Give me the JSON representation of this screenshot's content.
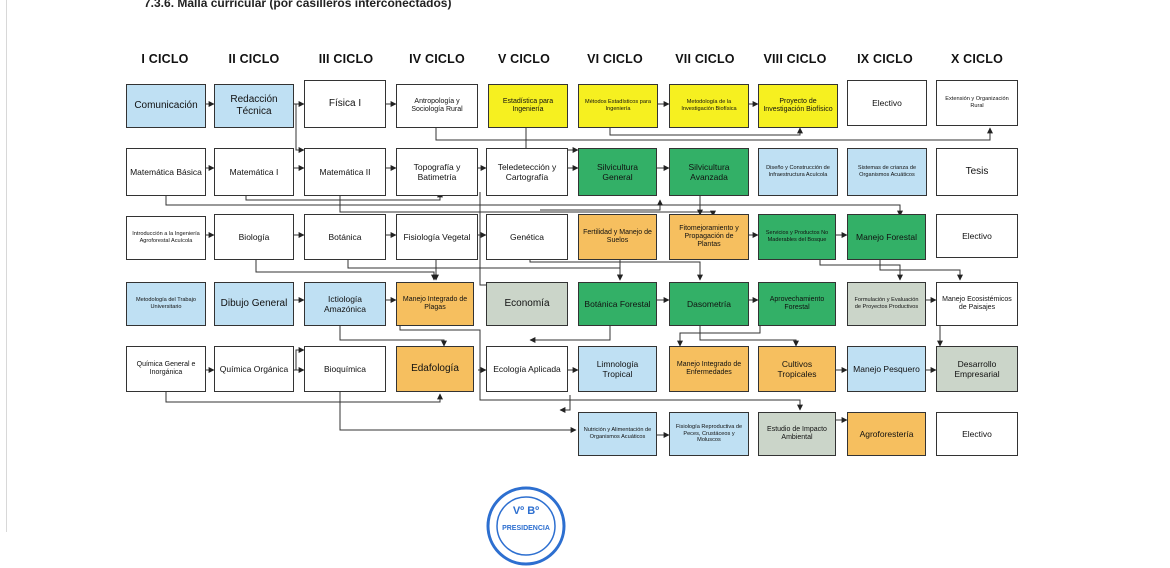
{
  "section_title": "7.3.6. Malla curricular (por casilleros interconectados)",
  "cycles": [
    "I CICLO",
    "II CICLO",
    "III CICLO",
    "IV CICLO",
    "V CICLO",
    "VI CICLO",
    "VII CICLO",
    "VIII CICLO",
    "IX CICLO",
    "X CICLO"
  ],
  "colors": {
    "blue": "#bfe0f3",
    "yellow": "#f6f020",
    "orange": "#f6bf5f",
    "green": "#33b067",
    "grey": "#cbd5c9",
    "white": "#ffffff"
  },
  "courses": [
    {
      "id": "c1",
      "label": "Comunicación",
      "color": "blue"
    },
    {
      "id": "c2",
      "label": "Redacción Técnica",
      "color": "blue"
    },
    {
      "id": "c3",
      "label": "Física I",
      "color": "white"
    },
    {
      "id": "c4",
      "label": "Antropología y Sociología Rural",
      "color": "white"
    },
    {
      "id": "c5",
      "label": "Estadística para Ingeniería",
      "color": "yellow"
    },
    {
      "id": "c6",
      "label": "Métodos Estadísticos para Ingeniería",
      "color": "yellow"
    },
    {
      "id": "c7",
      "label": "Metodología de la Investigación Biofísica",
      "color": "yellow"
    },
    {
      "id": "c8",
      "label": "Proyecto de Investigación Biofísico",
      "color": "yellow"
    },
    {
      "id": "c9",
      "label": "Electivo",
      "color": "white"
    },
    {
      "id": "c10",
      "label": "Extensión y Organización Rural",
      "color": "white"
    },
    {
      "id": "c11",
      "label": "Matemática Básica",
      "color": "white"
    },
    {
      "id": "c12",
      "label": "Matemática I",
      "color": "white"
    },
    {
      "id": "c13",
      "label": "Matemática II",
      "color": "white"
    },
    {
      "id": "c14",
      "label": "Topografía y Batimetría",
      "color": "white"
    },
    {
      "id": "c15",
      "label": "Teledetección y Cartografía",
      "color": "white"
    },
    {
      "id": "c16",
      "label": "Silvicultura General",
      "color": "green"
    },
    {
      "id": "c17",
      "label": "Silvicultura Avanzada",
      "color": "green"
    },
    {
      "id": "c18",
      "label": "Diseño y Construcción de Infraestructura Acuícola",
      "color": "cyan"
    },
    {
      "id": "c19",
      "label": "Sistemas de crianza de Organismos Acuáticos",
      "color": "cyan"
    },
    {
      "id": "c20",
      "label": "Tesis",
      "color": "white"
    },
    {
      "id": "c21",
      "label": "Introducción a la Ingeniería Agroforestal Acuícola",
      "color": "white"
    },
    {
      "id": "c22",
      "label": "Biología",
      "color": "white"
    },
    {
      "id": "c23",
      "label": "Botánica",
      "color": "white"
    },
    {
      "id": "c24",
      "label": "Fisiología Vegetal",
      "color": "white"
    },
    {
      "id": "c25",
      "label": "Genética",
      "color": "white"
    },
    {
      "id": "c26",
      "label": "Fertilidad y Manejo de Suelos",
      "color": "orange"
    },
    {
      "id": "c27",
      "label": "Fitomejoramiento y Propagación de Plantas",
      "color": "orange"
    },
    {
      "id": "c28",
      "label": "Servicios y Productos No Maderables del Bosque",
      "color": "green"
    },
    {
      "id": "c29",
      "label": "Manejo Forestal",
      "color": "green"
    },
    {
      "id": "c30",
      "label": "Electivo",
      "color": "white"
    },
    {
      "id": "c31",
      "label": "Metodología del Trabajo Universitario",
      "color": "blue"
    },
    {
      "id": "c32",
      "label": "Dibujo General",
      "color": "blue"
    },
    {
      "id": "c33",
      "label": "Ictiología Amazónica",
      "color": "cyan"
    },
    {
      "id": "c34",
      "label": "Manejo Integrado de Plagas",
      "color": "orange"
    },
    {
      "id": "c35",
      "label": "Economía",
      "color": "grey"
    },
    {
      "id": "c36",
      "label": "Botánica Forestal",
      "color": "green"
    },
    {
      "id": "c37",
      "label": "Dasometría",
      "color": "green"
    },
    {
      "id": "c38",
      "label": "Aprovechamiento Forestal",
      "color": "green"
    },
    {
      "id": "c39",
      "label": "Formulación y Evaluación de Proyectos Productivos",
      "color": "grey"
    },
    {
      "id": "c40",
      "label": "Manejo Ecosistémicos de Paisajes",
      "color": "white"
    },
    {
      "id": "c41",
      "label": "Química General e Inorgánica",
      "color": "white"
    },
    {
      "id": "c42",
      "label": "Química Orgánica",
      "color": "white"
    },
    {
      "id": "c43",
      "label": "Bioquímica",
      "color": "white"
    },
    {
      "id": "c44",
      "label": "Edafología",
      "color": "orange"
    },
    {
      "id": "c45",
      "label": "Ecología Aplicada",
      "color": "white"
    },
    {
      "id": "c46",
      "label": "Limnología Tropical",
      "color": "cyan"
    },
    {
      "id": "c47",
      "label": "Manejo Integrado de Enfermedades",
      "color": "orange"
    },
    {
      "id": "c48",
      "label": "Cultivos Tropicales",
      "color": "orange"
    },
    {
      "id": "c49",
      "label": "Manejo Pesquero",
      "color": "cyan"
    },
    {
      "id": "c50",
      "label": "Desarrollo Empresarial",
      "color": "grey"
    },
    {
      "id": "c51",
      "label": "Nutrición y Alimentación de Organismos Acuáticos",
      "color": "cyan"
    },
    {
      "id": "c52",
      "label": "Fisiología Reproductiva de Peces, Crustáceos y Moluscos",
      "color": "cyan"
    },
    {
      "id": "c53",
      "label": "Estudio de Impacto Ambiental",
      "color": "grey"
    },
    {
      "id": "c54",
      "label": "Agroforestería",
      "color": "orange"
    },
    {
      "id": "c55",
      "label": "Electivo",
      "color": "white"
    }
  ],
  "seal": {
    "text_top": "Vº Bº",
    "text_bottom": "PRESIDENCIA"
  }
}
